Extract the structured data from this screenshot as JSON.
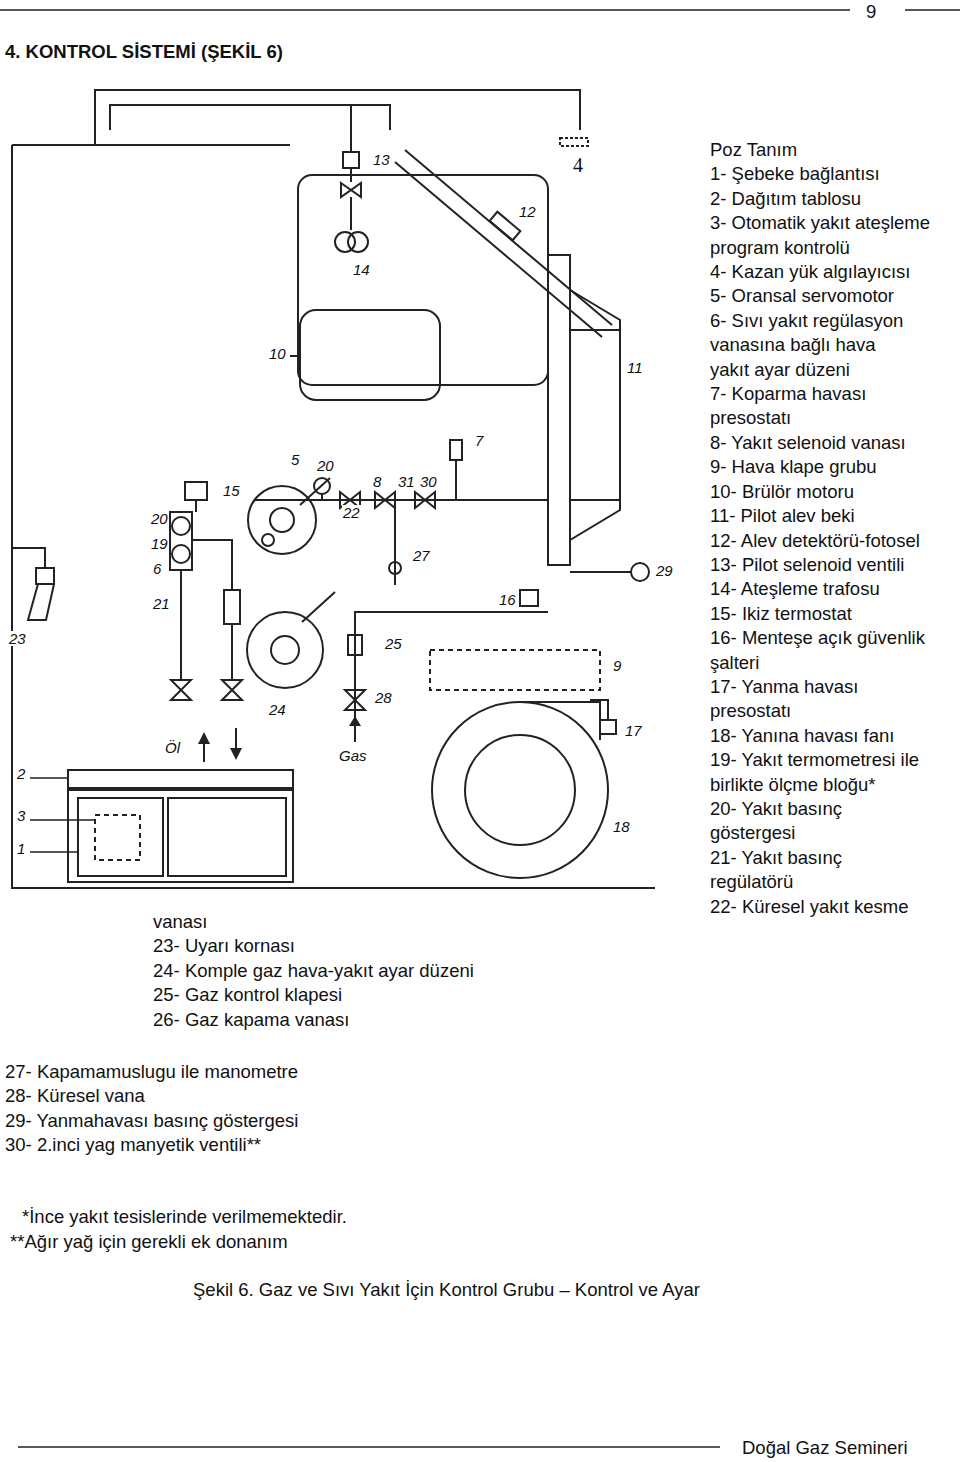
{
  "diagram": {
    "title": "4. KONTROL SİSTEMİ (ŞEKİL 6)",
    "caption": "Şekil 6. Gaz ve Sıvı Yakıt İçin Kontrol Grubu – Kontrol ve Ayar",
    "labels": [
      "4",
      "13",
      "12",
      "14",
      "10",
      "11",
      "7",
      "5",
      "20",
      "22",
      "8",
      "31",
      "30",
      "15",
      "20",
      "19",
      "6",
      "27",
      "29",
      "16",
      "21",
      "23",
      "25",
      "9",
      "24",
      "28",
      "17",
      "Öl",
      "Gas",
      "18",
      "2",
      "3",
      "1",
      "Poz Tanım",
      "1- Şebeke bağlantısı",
      "2- Dağıtım tablosu",
      "3- Otomatik yakıt ateşleme program kontrolü",
      "4- Kazan yük algılayıcısı",
      "5- Oransal servomotor",
      "6- Sıvı yakıt regülasyon vanasına bağlı hava yakıt ayar düzeni",
      "7- Koparma havası presostatı",
      "8- Yakıt selenoid vanası",
      "9- Hava klape grubu",
      "10- Brülör motoru",
      "11- Pilot alev beki",
      "12- Alev detektörü-fotosel",
      "13- Pilot selenoid ventili",
      "14- Ateşleme trafosu",
      "15- Ikiz termostat",
      "16- Menteşe açık güvenlik şalteri",
      "17- Yanma havası presostatı",
      "18- Yanına havası fanı",
      "19- Yakıt termometresi ile birlikte ölçme bloğu*",
      "20- Yakıt basınç göstergesi",
      "21- Yakıt basınç regülatörü",
      "22- Küresel yakıt kesme",
      "vanası",
      "23- Uyarı kornası",
      "24- Komple gaz hava-yakıt ayar düzeni",
      "25- Gaz kontrol klapesi",
      "26- Gaz kapama vanası",
      "27- Kapamamuslugu ile manometre",
      "28- Küresel vana",
      "29- Yanmahavası basınç göstergesi",
      "30- 2.inci yag manyetik ventili**",
      "*İnce yakıt tesislerinde verilmemektedir.",
      "**Ağır yağ için gerekli ek donanım",
      "Doğal Gaz Semineri",
      "9"
    ]
  }
}
